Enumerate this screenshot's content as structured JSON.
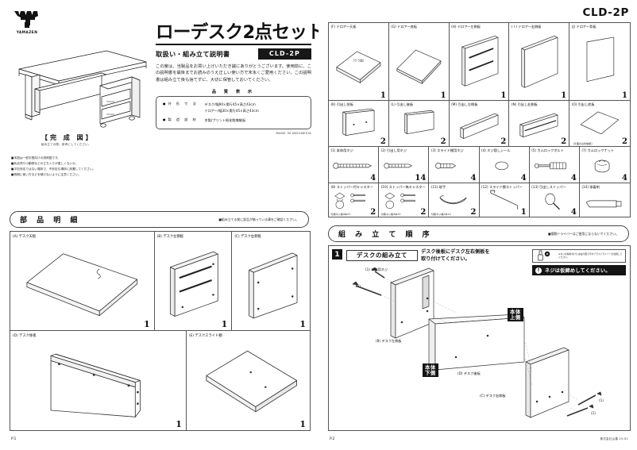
{
  "brand": {
    "name": "YAMAZEN",
    "logo_icon": "yamazen-logo-icon"
  },
  "model": "CLD-2P",
  "title": {
    "main": "ローデスク2点セット",
    "sub": "取扱い・組み立て説明書",
    "model_chip": "CLD-2P"
  },
  "lead": "この度は、当製品をお買い上げいただき誠にありがとうございます。使用前に、この説明書を最後までお読みのうえ正しい使い方で末永くご愛用ください。この説明書は組み立て後も捨てずに、大切に保管しておいてください。",
  "quality": {
    "heading": "品 質 表 示",
    "rows": [
      {
        "key": "外 形 寸 法",
        "values": [
          "デスク/幅90×奥行45×高さ43cm",
          "ドロアー/幅30×奥行45×高さ43cm"
        ]
      },
      {
        "key": "製 造 部 材",
        "values": [
          "木製/プリント紙化粧繊維板"
        ]
      }
    ]
  },
  "made_in": "MADE IN INDONESIA",
  "finish_figure": {
    "title": "【完 成 図】",
    "note": "組み立ての際、参考にしてください。"
  },
  "notes": [
    "■本図は一般字庭向けの説明図です。",
    "■乳幼児や小動物などの立ち入りが激しくないか。",
    "■平坦安定ではない場所で、不安定な場所に設置してください。",
    "■長期に使い方などを傾けないように注意ください。"
  ],
  "parts_section": {
    "heading": "部 品 明 細",
    "note": "■組み立てる前に部品が揃っている事をご確認ください。",
    "row1": [
      {
        "id": "A",
        "label": "(A) デスク天板",
        "qty": "1",
        "icon": "desk-top-panel-icon"
      },
      {
        "id": "B",
        "label": "(B) デスク左側板",
        "qty": "1",
        "icon": "desk-left-side-panel-icon"
      },
      {
        "id": "C",
        "label": "(C) デスク右側板",
        "qty": "1",
        "icon": "desk-right-side-panel-icon"
      }
    ],
    "row2": [
      {
        "id": "D",
        "label": "(D) デスク後板",
        "qty": "1",
        "icon": "desk-back-panel-icon"
      },
      {
        "id": "E",
        "label": "(E) デスクスライド棚",
        "qty": "1",
        "icon": "desk-slide-shelf-icon"
      }
    ]
  },
  "right_parts": {
    "row_f": [
      {
        "id": "F",
        "label": "(F) ドロアー天板",
        "qty": "1",
        "mid": "［ウラ面］",
        "icon": "drawer-top-panel-icon"
      },
      {
        "id": "G",
        "label": "(G) ドロアー底板",
        "qty": "1",
        "mid": "",
        "icon": "drawer-bottom-panel-icon"
      },
      {
        "id": "H",
        "label": "(H) ドロアー左側板",
        "qty": "1",
        "mid": "",
        "icon": "drawer-left-side-panel-icon"
      },
      {
        "id": "I",
        "label": "( I ) ドロアー右側板",
        "qty": "1",
        "mid": "",
        "icon": "drawer-right-side-panel-icon"
      },
      {
        "id": "J",
        "label": "(J) ドロアー背板",
        "qty": "1",
        "mid": "",
        "icon": "drawer-back-panel-icon"
      }
    ],
    "row_k": [
      {
        "id": "K",
        "label": "(K) 引出し前板",
        "qty": "2",
        "note": "",
        "icon": "drawer-front-board-icon"
      },
      {
        "id": "L",
        "label": "(L) 引出し後板",
        "qty": "2",
        "note": "",
        "icon": "drawer-rear-board-icon"
      },
      {
        "id": "M",
        "label": "(M) 引出し左側板",
        "qty": "2",
        "note": "",
        "icon": "drawer-left-board-icon"
      },
      {
        "id": "N",
        "label": "(N) 引出し右側板",
        "qty": "2",
        "note": "",
        "icon": "drawer-right-board-icon"
      },
      {
        "id": "O",
        "label": "(O) 引出し底板",
        "qty": "2",
        "note": "［片面のみ化粧紙］",
        "icon": "drawer-base-board-icon"
      }
    ],
    "row_hw1": [
      {
        "id": "1",
        "label": "(1) 本体用ネジ",
        "qty": "4",
        "note": "",
        "icon": "long-screw-icon"
      },
      {
        "id": "2",
        "label": "(2) 引出し用ネジ",
        "qty": "14",
        "note": "",
        "icon": "drawer-screw-icon"
      },
      {
        "id": "3",
        "label": "(3) スライド棚用ネジ",
        "qty": "4",
        "note": "",
        "icon": "shelf-screw-icon"
      },
      {
        "id": "4",
        "label": "(4) ネジ隠しシール",
        "qty": "4",
        "note": "",
        "icon": "screw-cover-seal-icon"
      },
      {
        "id": "5",
        "label": "(5) カムロックボルト",
        "qty": "4",
        "note": "",
        "icon": "cam-lock-bolt-icon"
      },
      {
        "id": "7",
        "label": "(7) カムロックナット",
        "qty": "4",
        "note": "",
        "icon": "cam-lock-nut-icon"
      }
    ],
    "row_hw2": [
      {
        "id": "8",
        "label": "(8) ストッパー付キャスター",
        "qty": "2",
        "note": "付属ネジ各4本×1",
        "icon": "caster-with-stopper-icon"
      },
      {
        "id": "10",
        "label": "(10) ストッパー無キャスター",
        "qty": "2",
        "note": "付属ネジ各4本×1",
        "icon": "caster-no-stopper-icon"
      },
      {
        "id": "11",
        "label": "(11) 取手",
        "qty": "2",
        "note": "付属ネジ各2本×1",
        "icon": "handle-icon"
      },
      {
        "id": "12",
        "label": "(12) スライド棚ストッパー",
        "qty": "1",
        "note": "",
        "icon": "shelf-stopper-icon"
      },
      {
        "id": "13",
        "label": "(13) 引出しストッパー",
        "qty": "4",
        "note": "",
        "icon": "drawer-stopper-icon"
      },
      {
        "id": "14",
        "label": "(14) 接着剤",
        "qty": "",
        "note": "",
        "icon": "adhesive-tube-icon"
      }
    ]
  },
  "assembly": {
    "heading": "組 み 立 て 順 序",
    "note": "■電動ドライバーはご使用にならないでください。",
    "step_number": "1",
    "step_title": "デスクの組み立て",
    "step_desc": "デスク後板にデスク左右側板を\n取り付けてください。",
    "tool_note": "※ネジの締め付けには右の図で示すプラスドライバーを使用してください。",
    "tool_size": "#2",
    "warning": "ネジは仮締めしてください。",
    "warning_icon": "exclamation-icon",
    "diagram_labels": {
      "screw_main": "(1) 本体用ネジ",
      "screw_short": "(1)",
      "part_b": "(B) デスク左側板",
      "part_c": "(C) デスク右側板",
      "part_d": "(D) デスク後板",
      "badge_upper": "本体\n上側",
      "badge_lower": "本体\n下側"
    }
  },
  "footer": {
    "page_left": "P.1",
    "page_right": "P.2",
    "credit": "株式会社山善 15-01"
  }
}
